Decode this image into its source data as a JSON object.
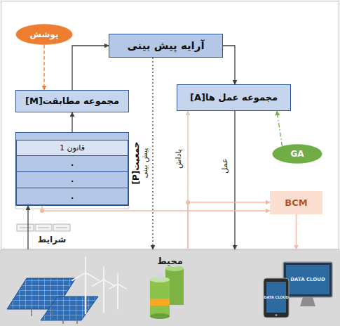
{
  "diagram": {
    "nodes": [
      {
        "text": [
          "پوشش"
        ]
      },
      {
        "text": [
          "آرایه پیش بینی"
        ]
      },
      {
        "text": [
          "مجموعه مطابقت[M]"
        ]
      },
      {
        "text": [
          "مجموعه عمل ها[A]"
        ]
      },
      {
        "text": [
          "GA"
        ]
      },
      {
        "text": [
          "جمعیت[P]"
        ]
      },
      {
        "text": [
          "قانون 1"
        ],
        "in": 5
      },
      {
        "text": [
          "."
        ],
        "in": 5
      },
      {
        "text": [
          "."
        ],
        "in": 5
      },
      {
        "text": [
          "."
        ],
        "in": 5
      },
      {
        "text": [
          "BCM"
        ]
      },
      {
        "text": [
          "محیط"
        ]
      }
    ],
    "edges": [
      {
        "from": 5,
        "to": 2,
        "arrow": "to"
      },
      {
        "from": 2,
        "to": 1,
        "arrow": "to"
      },
      {
        "from": 1,
        "to": 3,
        "arrow": "to"
      },
      {
        "from": 0,
        "to": 2,
        "arrow": "to"
      },
      {
        "from": 4,
        "to": 3,
        "arrow": "to"
      },
      {
        "from": 1,
        "to": 11,
        "label": "پیش بینی",
        "arrow": "to"
      },
      {
        "from": 3,
        "to": 11,
        "label": "عمل",
        "arrow": "to"
      },
      {
        "from": 11,
        "to": 3,
        "label": "پاداش",
        "arrow": "to"
      },
      {
        "from": 11,
        "to": 10,
        "arrow": "to"
      },
      {
        "from": 5,
        "to": 10,
        "arrow": "to"
      },
      {
        "from": 10,
        "to": 11,
        "arrow": "to"
      },
      {
        "from": 11,
        "to": 5,
        "label": "شرایط",
        "arrow": "to"
      }
    ],
    "labels": [
      "DATA CLOUD",
      "DATA CLOUD"
    ]
  }
}
